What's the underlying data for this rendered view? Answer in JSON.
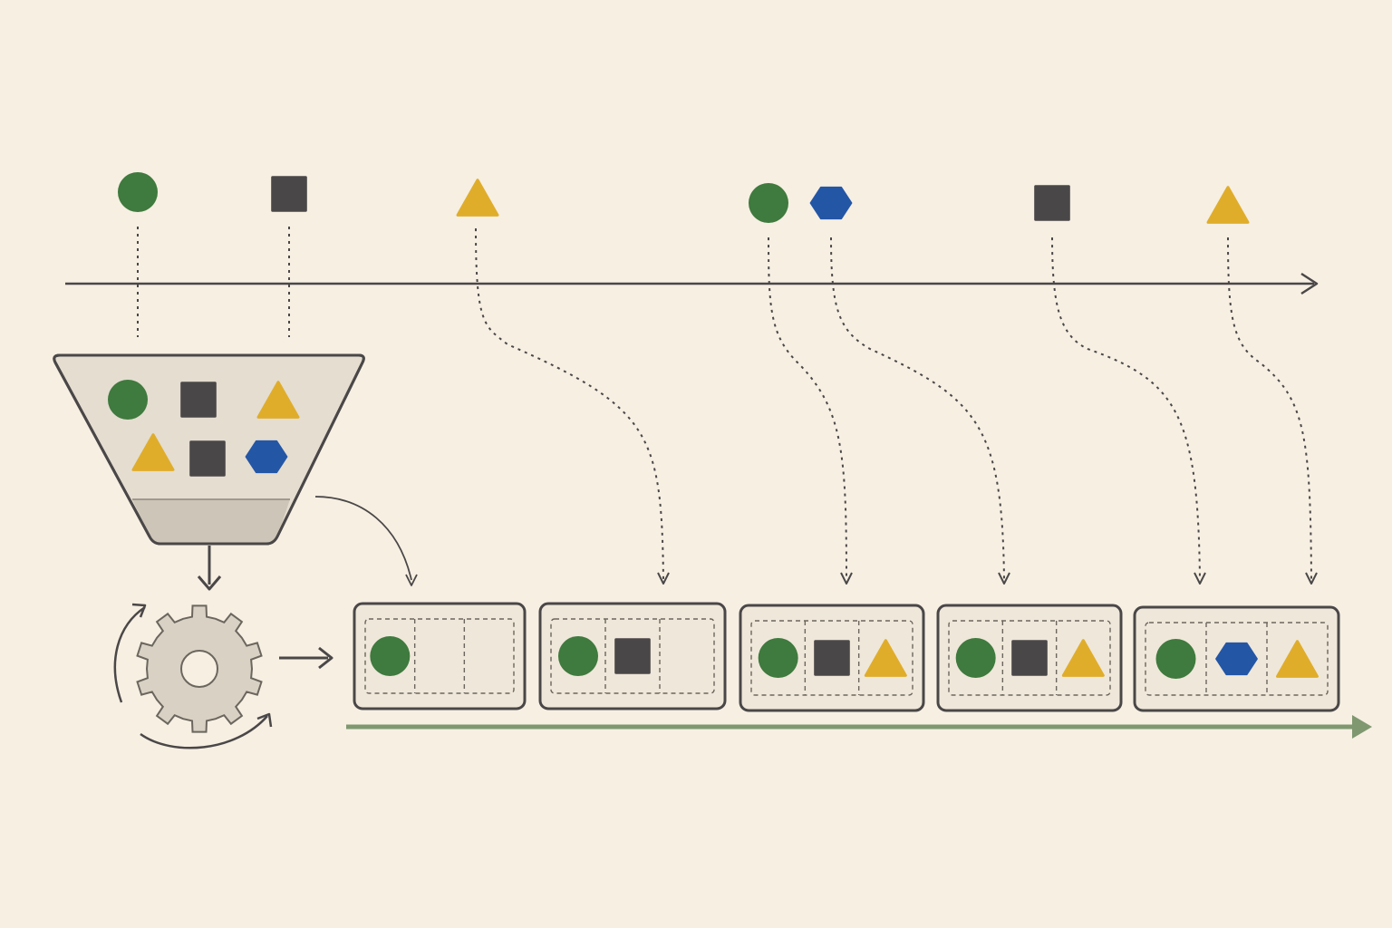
{
  "colors": {
    "background": "#f6efe2",
    "circle": "#3f7a3e",
    "square": "#4a4748",
    "triangle": "#e0ad2b",
    "hexagon": "#2456a6",
    "line": "#4a4748",
    "output_arrow": "#7f9870",
    "funnel_fill": "#e4ddd0",
    "funnel_bottom": "#cdc5b7",
    "gear": "#d8d1c4",
    "box_fill": "#efe7d9"
  },
  "timeline_events": [
    {
      "shape": "circle"
    },
    {
      "shape": "square"
    },
    {
      "shape": "triangle"
    },
    {
      "shape": "circle"
    },
    {
      "shape": "hexagon"
    },
    {
      "shape": "square"
    },
    {
      "shape": "triangle"
    }
  ],
  "funnel_contents": [
    "circle",
    "square",
    "triangle",
    "triangle",
    "square",
    "hexagon"
  ],
  "output_windows": [
    [
      "circle",
      null,
      null
    ],
    [
      "circle",
      "square",
      null
    ],
    [
      "circle",
      "square",
      "triangle"
    ],
    [
      "circle",
      "square",
      "triangle"
    ],
    [
      "circle",
      "hexagon",
      "triangle"
    ]
  ]
}
